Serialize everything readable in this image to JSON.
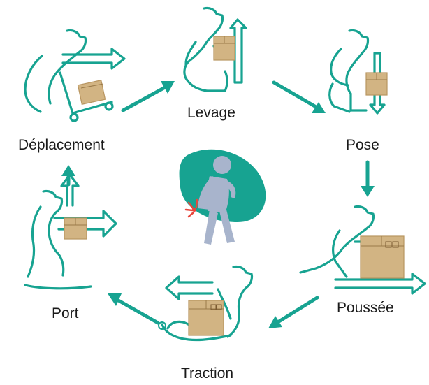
{
  "colors": {
    "accent": "#17a391",
    "box": "#d2b483",
    "text": "#1a1a1a",
    "worker": "#a8b4cc",
    "pain": "#e8463c"
  },
  "labels": {
    "levage": "Levage",
    "pose": "Pose",
    "poussee": "Poussée",
    "traction": "Traction",
    "port": "Port",
    "deplacement": "Déplacement"
  },
  "icons": {
    "center": "worker-back-pain-icon",
    "levage": "lifting-figure-icon",
    "pose": "lowering-figure-icon",
    "poussee": "pushing-figure-icon",
    "traction": "pulling-figure-icon",
    "port": "carrying-figure-icon",
    "deplacement": "trolley-figure-icon"
  }
}
